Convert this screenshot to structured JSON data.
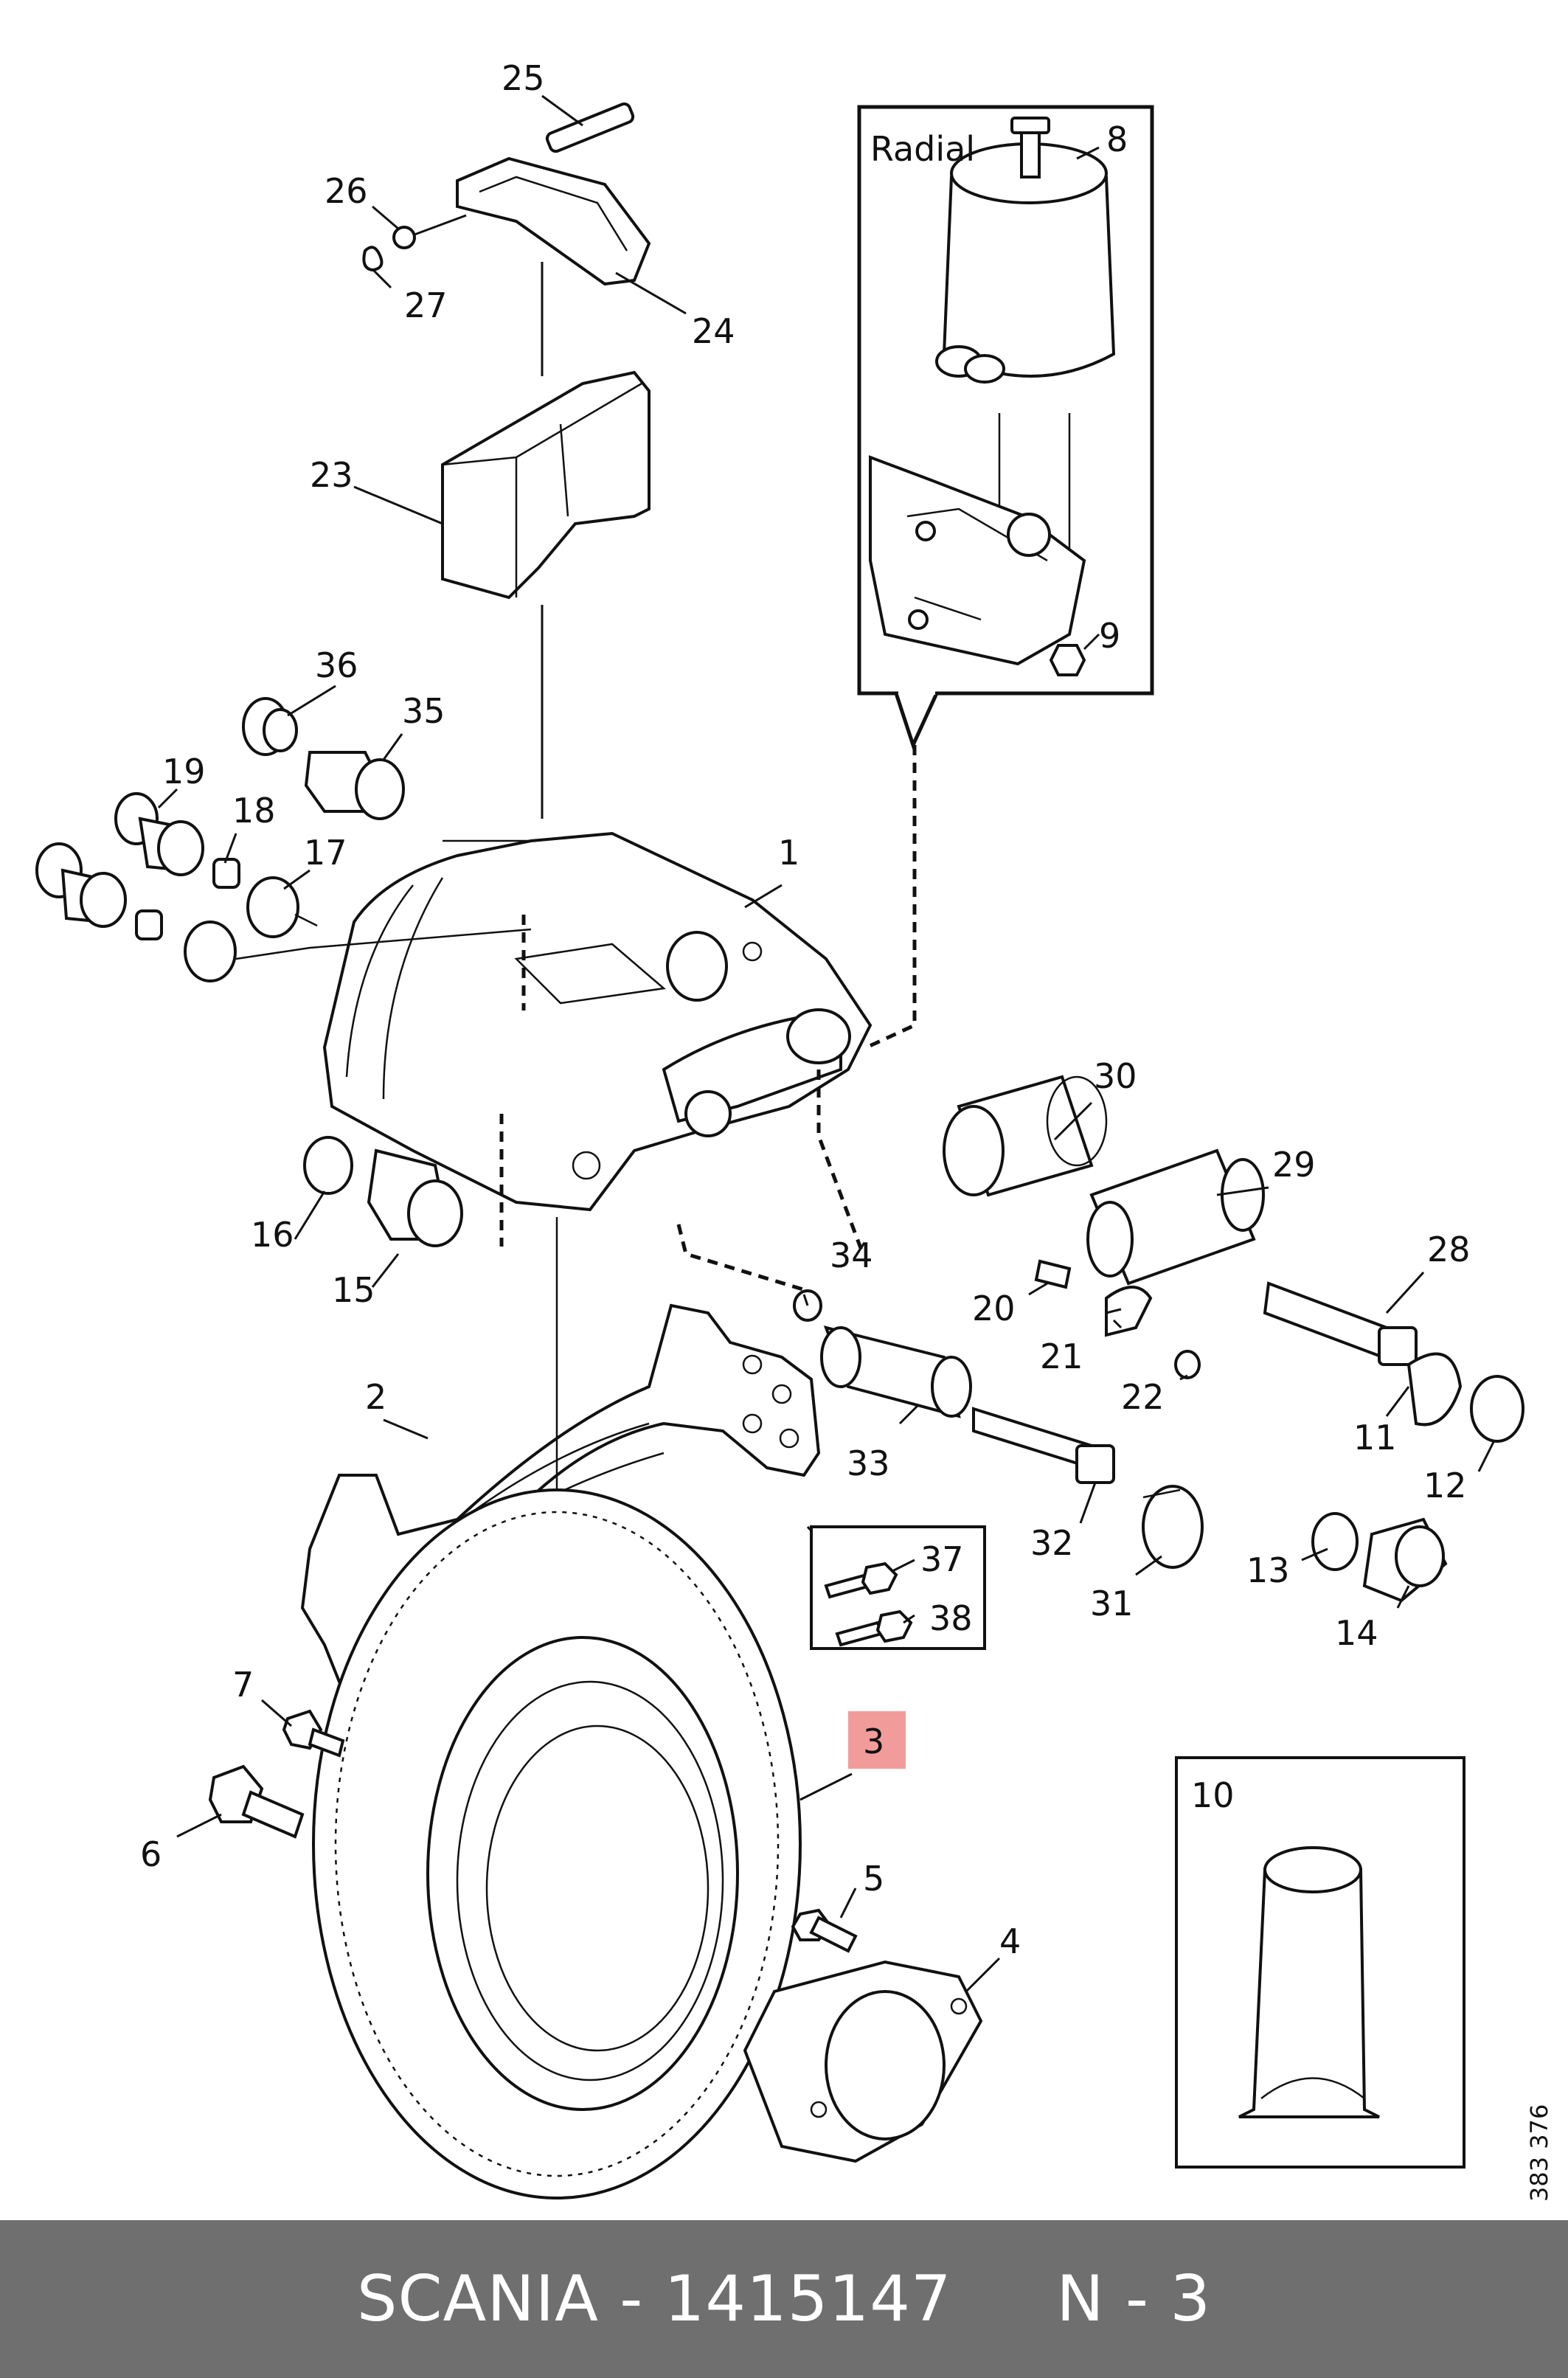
{
  "callouts": {
    "c1": "1",
    "c2": "2",
    "c3": "3",
    "c4": "4",
    "c5": "5",
    "c6": "6",
    "c7": "7",
    "c8": "8",
    "c9": "9",
    "c10": "10",
    "c11": "11",
    "c12": "12",
    "c13": "13",
    "c14": "14",
    "c15": "15",
    "c16": "16",
    "c17": "17",
    "c18": "18",
    "c19": "19",
    "c20": "20",
    "c21": "21",
    "c22": "22",
    "c23": "23",
    "c24": "24",
    "c25": "25",
    "c26": "26",
    "c27": "27",
    "c28": "28",
    "c29": "29",
    "c30": "30",
    "c31": "31",
    "c32": "32",
    "c33": "33",
    "c34": "34",
    "c35": "35",
    "c36": "36",
    "c37": "37",
    "c38": "38"
  },
  "inset_radial": {
    "label": "Radial"
  },
  "highlight": {
    "part": "3",
    "color": "#f29b9b"
  },
  "drawing_number": "383 376",
  "footer": {
    "text": "SCANIA - 1415147     N - 3",
    "background": "#6f6f6f",
    "text_color": "#ffffff"
  }
}
